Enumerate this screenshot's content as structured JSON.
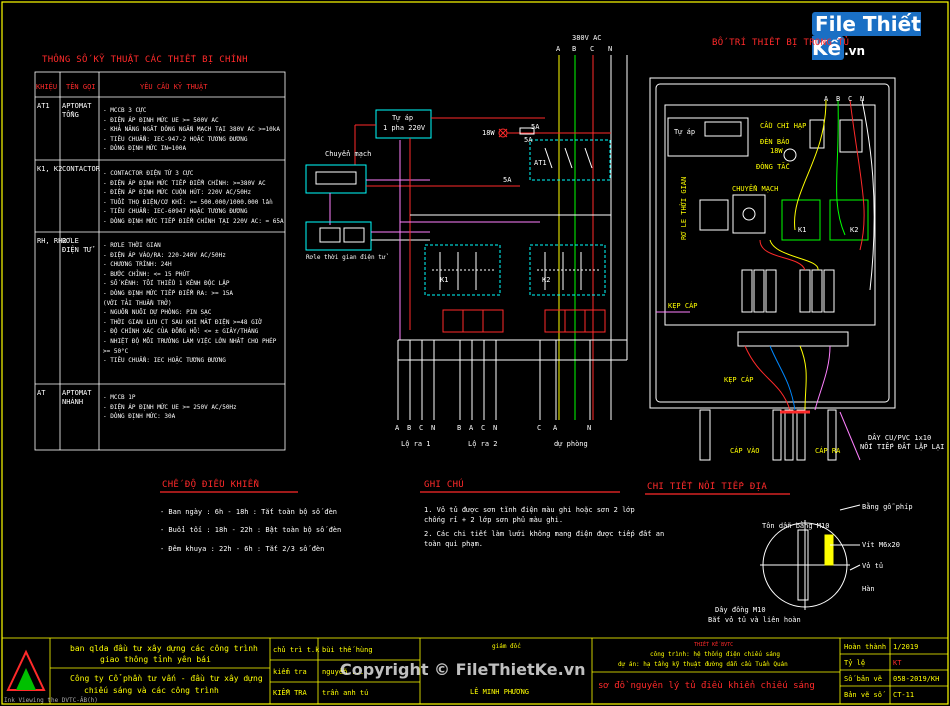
{
  "logo": {
    "brand": "File Thiết Kế",
    "domain": ".vn"
  },
  "watermark": "Copyright © FileThietKe.vn",
  "table": {
    "title": "THÔNG SỐ KỸ THUẬT CÁC THIẾT BỊ CHÍNH",
    "headers": [
      "KHIỆU",
      "TÊN GỌI",
      "YÊU CẦU KỸ THUẬT"
    ],
    "rows": [
      {
        "code": "AT1",
        "name": [
          "APTOMAT",
          "TỔNG"
        ],
        "specs": [
          "- MCCB 3 CỰC",
          "- ĐIỆN ÁP ĐỊNH MỨC UE >= 500V AC",
          "- KHẢ NĂNG NGẮT DÒNG NGẮN MẠCH TẠI 380V AC >=10kA",
          "- TIÊU CHUẨN: IEC-947-2 HOẶC TƯƠNG ĐƯƠNG",
          "- DÒNG ĐỊNH MỨC IN=100A"
        ]
      },
      {
        "code": "K1, K2",
        "name": [
          "CONTACTOR"
        ],
        "specs": [
          "- CONTACTOR ĐIỆN TỪ 3 CỰC",
          "- ĐIỆN ÁP ĐỊNH MỨC TIẾP ĐIỂM CHÍNH: >=380V AC",
          "- ĐIỆN ÁP ĐỊNH MỨC CUỘN HÚT: 220V AC/50Hz",
          "- TUỔI THỌ ĐIỆN/CƠ KHÍ: >= 500.000/1000.000 lần",
          "- TIÊU CHUẨN: IEC-60947 HOẶC TƯƠNG ĐƯƠNG",
          "- DÒNG ĐỊNH MỨC TIẾP ĐIỂM CHÍNH TẠI 220V AC: = 65A"
        ]
      },
      {
        "code": "RH, RH2",
        "name": [
          "RƠLE",
          "ĐIỆN TỬ"
        ],
        "specs": [
          "- RƠLE THỜI GIAN",
          "- ĐIỆN ÁP VÀO/RA: 220-240V AC/50Hz",
          "- CHƯƠNG TRÌNH: 24H",
          "- BƯỚC CHỈNH: <= 15 PHÚT",
          "- SỐ KÊNH: TỐI THIỂU 1 KÊNH ĐỘC LẬP",
          "- DÒNG ĐỊNH MỨC TIẾP ĐIỂM RA: >= 15A",
          "  (VỚI TẢI THUẦN TRỞ)",
          "- NGUỒN NUÔI DỰ PHÒNG: PIN SẠC",
          "- THỜI GIAN LƯU CT SAU KHI MẤT ĐIỆN >=48 GIỜ",
          "- ĐỘ CHÍNH XÁC CỦA ĐỒNG HỒ: <= ± GIÂY/THÁNG",
          "- NHIỆT ĐỘ MÔI TRƯỜNG LÀM VIỆC LỚN NHẤT CHO PHÉP",
          "  >= 50°C",
          "- TIÊU CHUẨN: IEC HOẶC TƯƠNG ĐƯƠNG"
        ]
      },
      {
        "code": "AT",
        "name": [
          "APTOMAT",
          "NHÁNH"
        ],
        "specs": [
          "- MCCB 1P",
          "- ĐIỆN ÁP ĐỊNH MỨC UE >= 250V AC/50Hz",
          "- DÒNG ĐỊNH MỨC: 30A"
        ]
      }
    ]
  },
  "schema": {
    "supply": "380V AC",
    "phases": [
      "A",
      "B",
      "C",
      "N"
    ],
    "transformer": [
      "Tự áp",
      "1 pha 220V"
    ],
    "switch": "Chuyển mạch",
    "relay": "Rơle thời gian điện tử",
    "lamp": "18W",
    "fuse1": "5A",
    "fuse2": "5A",
    "fuse3": "5A",
    "at1": "AT1",
    "k1": "K1",
    "k2": "K2",
    "out_labels1": [
      "A",
      "B",
      "C",
      "N"
    ],
    "out_labels2": [
      "B",
      "A",
      "C",
      "N"
    ],
    "out_labels3": [
      "C",
      "A",
      "N"
    ],
    "group1": "Lộ ra 1",
    "group2": "Lộ ra 2",
    "group3": "dự phòng"
  },
  "cabinet": {
    "title": "BỐ TRÍ THIẾT BỊ TRONG TỦ",
    "phases": [
      "A",
      "B",
      "C",
      "N"
    ],
    "tu_ap": "Tự áp",
    "cau_chi": "CẦU CHÌ HẠP",
    "den_bao": [
      "ĐÈN BÁO",
      "18W"
    ],
    "dong_tac": "ĐÓNG TẮC",
    "relay": [
      "RƠ LE THỜI GIAN"
    ],
    "chuyen_mach": "CHUYỂN MẠCH",
    "k1": "K1",
    "k2": "K2",
    "kep_cap1": "KẸP CÁP",
    "kep_cap2": "KẸP CÁP",
    "cap_vao": "CÁP VÀO",
    "cap_ra": "CÁP RA",
    "day_cu": [
      "DÂY CU/PVC 1x10",
      "NỐI TIẾP ĐẤT LẶP LẠI"
    ]
  },
  "control": {
    "title": "CHẾ ĐỘ ĐIỀU KHIỂN",
    "lines": [
      "- Ban ngày : 6h - 18h : Tắt toàn bộ số đèn",
      "- Buổi tối : 18h - 22h : Bật toàn bộ số đèn",
      "- Đêm khuya : 22h - 6h : Tắt 2/3 số đèn"
    ]
  },
  "notes": {
    "title": "GHI CHÚ",
    "lines": [
      "1. Vỏ tủ được sơn tĩnh điện màu ghi hoặc sơn 2 lớp",
      "   chống rỉ + 2 lớp sơn phủ màu ghi.",
      "2. Các chi tiết làm lưới không mang điện được tiếp đất an",
      "   toàn qui phạm."
    ]
  },
  "ground": {
    "title": "CHI TIẾT NỐI TIẾP ĐỊA",
    "labels": [
      "Tôn dẫn bằng M10",
      "Bằng gỗ phíp",
      "Vít M6x20",
      "Vỏ tủ",
      "Hàn",
      "Dây đồng M10",
      "Bắt vỏ tủ và liên hoàn"
    ]
  },
  "title_block": {
    "project": [
      "ban qlda đầu tư xây dựng các công trình",
      "giao thông tỉnh yên bái"
    ],
    "company": [
      "Công ty Cổ phần tư vấn - đầu tư xây dựng",
      "chiếu sáng và các công trình"
    ],
    "roles": [
      "chủ trì t.k",
      "kiểm tra",
      "KIỂM TRA"
    ],
    "people": [
      "bùi thế hùng",
      "nguyễn ...",
      "trần anh tú"
    ],
    "director_label": "giám đốc",
    "director": "LÊ MINH PHƯƠNG",
    "design_label": "THIẾT KẾ BVTC",
    "design_lines": [
      "công trình: hệ thống điện chiếu sáng",
      "dự án: hạ tầng kỹ thuật đường dẫn cầu Tuần Quán"
    ],
    "drawing": "sơ đồ nguyên lý tủ điều khiển chiếu sáng",
    "meta_labels": [
      "Hoàn thành",
      "Tỷ lệ",
      "Số bản vẽ",
      "Bản vẽ số"
    ],
    "meta_values": [
      "1/2019",
      "KT",
      "058-2019/KH",
      "CT-11"
    ]
  },
  "footer": "Ink Viewing the DVTC-ÂB(h)"
}
